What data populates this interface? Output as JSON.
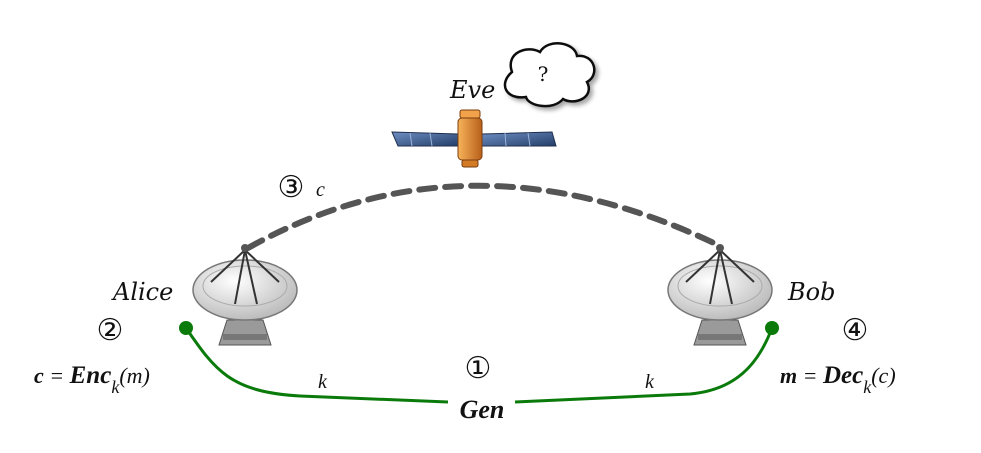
{
  "colors": {
    "key_line": "#0a7a0a",
    "channel": "#555555",
    "dish_body": "#d9d9d9",
    "satellite_body": "#e08a2a",
    "satellite_panel": "#3b5a8c"
  },
  "labels": {
    "eve": "Eve",
    "eve_thought": "?",
    "alice": "Alice",
    "bob": "Bob",
    "step1": "①",
    "gen": "Gen",
    "step2": "②",
    "alice_c": "c",
    "alice_eq": " = ",
    "alice_enc": "Enc",
    "alice_sub": "k",
    "alice_arg": "(m)",
    "step3": "③",
    "channel_c": "c",
    "step4": "④",
    "bob_m": "m",
    "bob_eq": " = ",
    "bob_dec": "Dec",
    "bob_sub": "k",
    "bob_arg": "(c)",
    "key_left": "k",
    "key_right": "k"
  },
  "icons": {
    "alice_antenna": "satellite-dish-icon",
    "bob_antenna": "satellite-dish-icon",
    "eve_satellite": "satellite-icon",
    "eve_cloud": "thought-cloud-icon"
  }
}
